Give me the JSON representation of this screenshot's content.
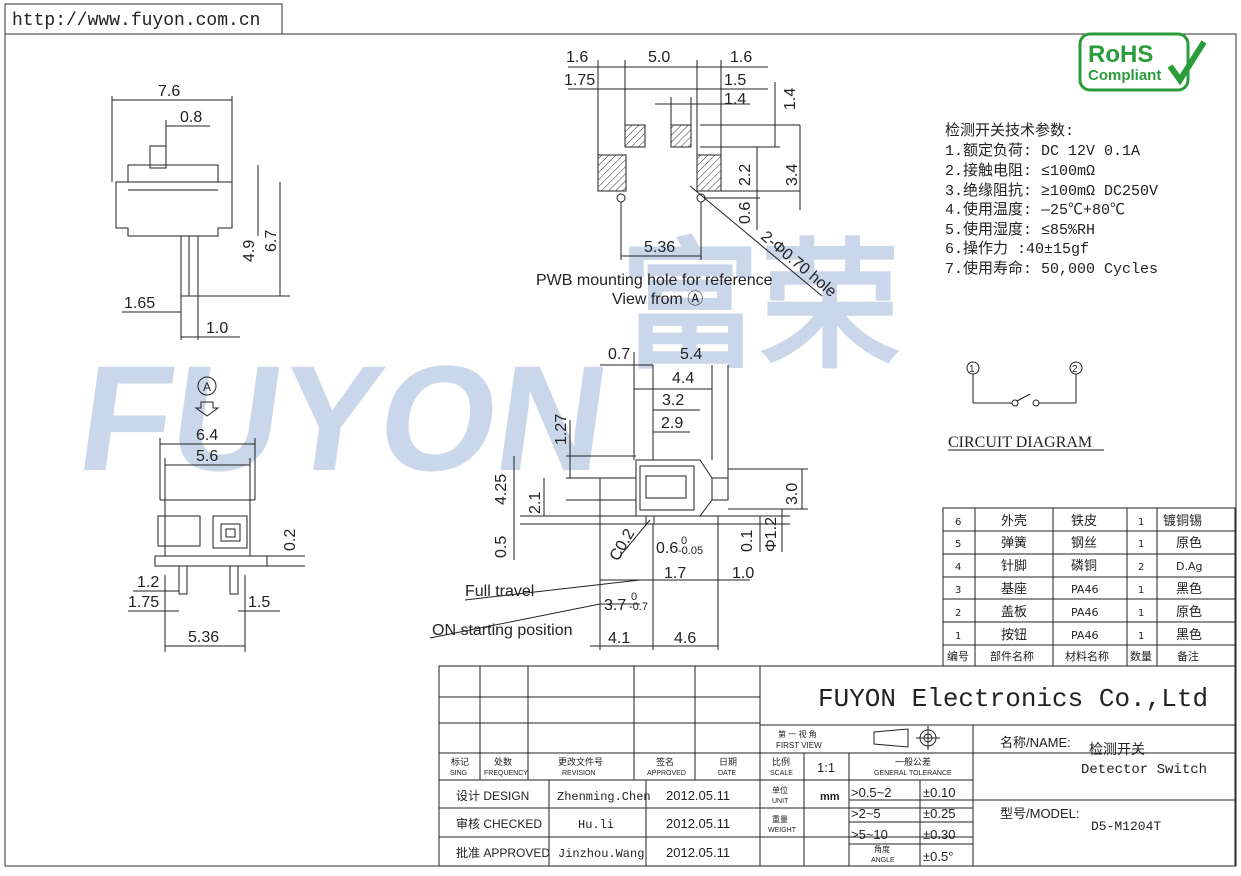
{
  "url_header": "http://www.fuyon.com.cn",
  "rohs": {
    "line1": "RoHS",
    "line2": "Compliant"
  },
  "watermark": {
    "latin": "FUYON",
    "cjk": "富荣"
  },
  "side_view": {
    "dims": {
      "width": "7.6",
      "pin": "0.8",
      "height": "6.7",
      "lower": "4.9",
      "offset": "1.65",
      "pin_w": "1.0"
    }
  },
  "pwb_view": {
    "dims": {
      "d1": "1.6",
      "d2": "5.0",
      "d3": "1.6",
      "d4": "1.75",
      "d5": "1.5",
      "d6": "1.4",
      "d7": "1.4",
      "d8": "2.2",
      "d9": "3.4",
      "d10": "0.6",
      "d11": "5.36",
      "hole": "2-Φ0.70 hole"
    },
    "caption1": "PWB mounting hole for reference",
    "caption2": "View from Ⓐ"
  },
  "specs": {
    "title": "检测开关技术参数:",
    "items": [
      "1.额定负荷: DC 12V 0.1A",
      "2.接触电阻: ≤100mΩ",
      "3.绝缘阻抗: ≥100mΩ  DC250V",
      "4.使用温度: —25℃+80℃",
      "5.使用湿度: ≤85%RH",
      "6.操作力 :40±15gf",
      "7.使用寿命: 50,000 Cycles"
    ]
  },
  "circuit": {
    "pin1": "1",
    "pin2": "2",
    "label": "CIRCUIT DIAGRAM"
  },
  "front_view": {
    "marker": "A",
    "dims": {
      "w1": "6.4",
      "w2": "5.6",
      "h": "0.2",
      "a": "1.2",
      "b": "1.75",
      "c": "1.5",
      "d": "5.36"
    }
  },
  "side2_view": {
    "dims": {
      "a": "0.7",
      "b": "5.4",
      "c": "4.4",
      "d": "3.2",
      "e": "2.9",
      "f": "1.27",
      "g": "4.25",
      "h": "2.1",
      "i": "0.5",
      "j": "C0.2",
      "k": "0.6",
      "k_tol": "0",
      "k_tol2": "-0.05",
      "l": "0.1",
      "m": "Φ1.2",
      "n": "3.0",
      "o": "1.7",
      "p": "1.0",
      "q": "3.7",
      "q_tol": "0",
      "q_tol2": "-0.7",
      "r": "4.1",
      "s": "4.6"
    },
    "label_travel": "Full travel",
    "label_on": "ON starting position"
  },
  "bom": {
    "rows": [
      [
        "6",
        "外壳",
        "铁皮",
        "1",
        "镀铜锡"
      ],
      [
        "5",
        "弹簧",
        "钢丝",
        "1",
        "原色"
      ],
      [
        "4",
        "针脚",
        "磷铜",
        "2",
        "D.Ag"
      ],
      [
        "3",
        "基座",
        "PA46",
        "1",
        "黑色"
      ],
      [
        "2",
        "盖板",
        "PA46",
        "1",
        "原色"
      ],
      [
        "1",
        "按钮",
        "PA46",
        "1",
        "黑色"
      ]
    ],
    "headers": [
      "编号",
      "部件名称",
      "材料名称",
      "数量",
      "备注"
    ]
  },
  "title_block": {
    "company": "FUYON Electronics Co.,Ltd",
    "first_view_cn": "第 一 视 角",
    "first_view_en": "FIRST VIEW",
    "rev_headers": [
      {
        "cn": "标记",
        "en": "SING"
      },
      {
        "cn": "处数",
        "en": "FREQUENCY"
      },
      {
        "cn": "更改文件号",
        "en": "REVISION"
      },
      {
        "cn": "签名",
        "en": "APPROVED"
      },
      {
        "cn": "日期",
        "en": "DATE"
      }
    ],
    "scale_cn": "比例",
    "scale_en": "SCALE",
    "scale_val": "1:1",
    "tol_cn": "一般公差",
    "tol_en": "GENERAL TOLERANCE",
    "unit_cn": "单位",
    "unit_en": "UNIT",
    "unit_val": "mm",
    "weight_cn": "重量",
    "weight_en": "WEIGHT",
    "angle_cn": "角度",
    "angle_en": "ANGLE",
    "tolerances": [
      {
        "range": ">0.5~2",
        "val": "±0.10"
      },
      {
        "range": ">2~5",
        "val": "±0.25"
      },
      {
        "range": ">5~10",
        "val": "±0.30"
      },
      {
        "range": "",
        "val": "±0.5°"
      }
    ],
    "design": {
      "label": "设计 DESIGN",
      "name": "Zhenming.Chen",
      "date": "2012.05.11"
    },
    "checked": {
      "label": "审核 CHECKED",
      "name": "Hu.li",
      "date": "2012.05.11"
    },
    "approved": {
      "label": "批准 APPROVED",
      "name": "Jinzhou.Wang",
      "date": "2012.05.11"
    },
    "name_label": "名称/NAME:",
    "name_cn": "检测开关",
    "name_en": "Detector Switch",
    "model_label": "型号/MODEL:",
    "model": "D5-M1204T"
  }
}
